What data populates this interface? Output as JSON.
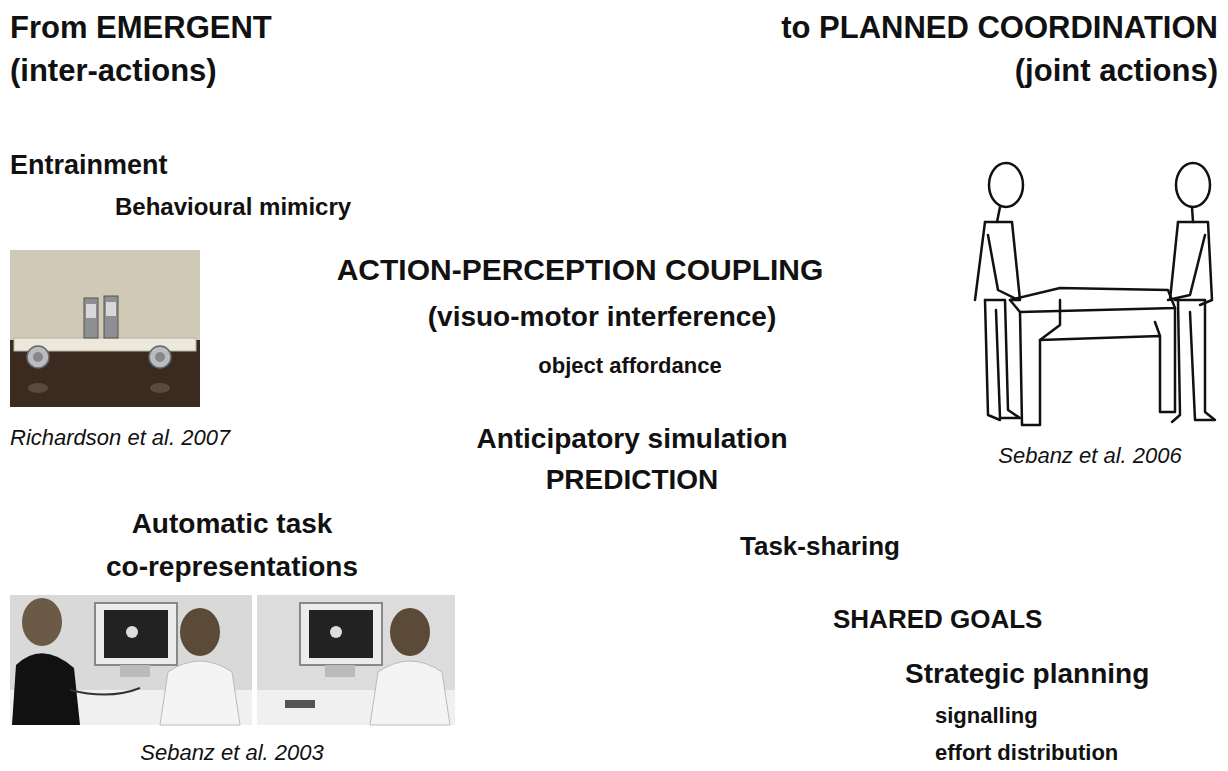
{
  "diagram": {
    "labels": [
      "From EMERGENT (inter-actions)",
      "to PLANNED COORDINATION (joint actions)",
      "Entrainment",
      "Behavioural mimicry",
      "ACTION-PERCEPTION COUPLING",
      "(visuo-motor interference)",
      "object affordance",
      "Richardson et al. 2007",
      "Anticipatory simulation",
      "PREDICTION",
      "Sebanz et al. 2006",
      "Automatic task co-representations",
      "Task-sharing",
      "SHARED GOALS",
      "Strategic planning",
      "signalling",
      "Sebanz et al. 2003",
      "effort distribution"
    ]
  }
}
